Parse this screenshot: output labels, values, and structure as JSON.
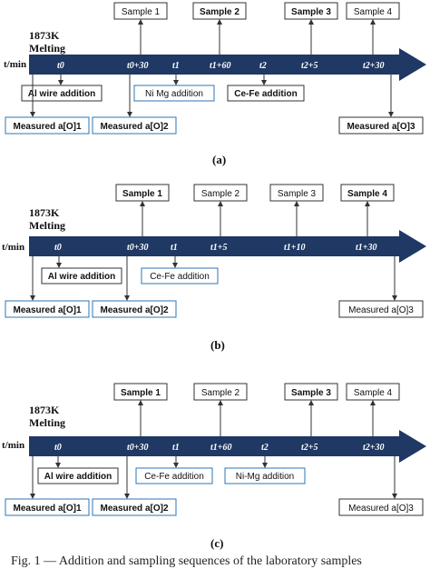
{
  "diagrams": [
    {
      "letter": "(a)",
      "temp": "1873K",
      "state": "Melting",
      "axis_unit": "t/min",
      "times": [
        "t0",
        "t0+30",
        "t1",
        "t1+60",
        "t2",
        "t2+5",
        "t2+30"
      ],
      "samples": [
        "Sample 1",
        "Sample 2",
        "Sample 3",
        "Sample 4"
      ],
      "additions": [
        "Al wire addition",
        "Ni Mg addition",
        "Ce-Fe addition"
      ],
      "measured": [
        "Measured a[O]1",
        "Measured a[O]2",
        "Measured a[O]3"
      ]
    },
    {
      "letter": "(b)",
      "temp": "1873K",
      "state": "Melting",
      "axis_unit": "t/min",
      "times": [
        "t0",
        "t0+30",
        "t1",
        "t1+5",
        "t1+10",
        "t1+30"
      ],
      "samples": [
        "Sample 1",
        "Sample 2",
        "Sample 3",
        "Sample 4"
      ],
      "additions": [
        "Al wire addition",
        "Ce-Fe addition"
      ],
      "measured": [
        "Measured a[O]1",
        "Measured a[O]2",
        "Measured a[O]3"
      ]
    },
    {
      "letter": "(c)",
      "temp": "1873K",
      "state": "Melting",
      "axis_unit": "t/min",
      "times": [
        "t0",
        "t0+30",
        "t1",
        "t1+60",
        "t2",
        "t2+5",
        "t2+30"
      ],
      "samples": [
        "Sample 1",
        "Sample 2",
        "Sample 3",
        "Sample 4"
      ],
      "additions": [
        "Al wire addition",
        "Ce-Fe addition",
        "Ni-Mg addition"
      ],
      "measured": [
        "Measured a[O]1",
        "Measured a[O]2",
        "Measured a[O]3"
      ]
    }
  ],
  "footer_text": "Fig. 1 — Addition and sampling sequences of the laboratory samples",
  "colors": {
    "arrow": "#1f3864",
    "box_border_blue": "#2e75b6",
    "text": "#111111"
  }
}
